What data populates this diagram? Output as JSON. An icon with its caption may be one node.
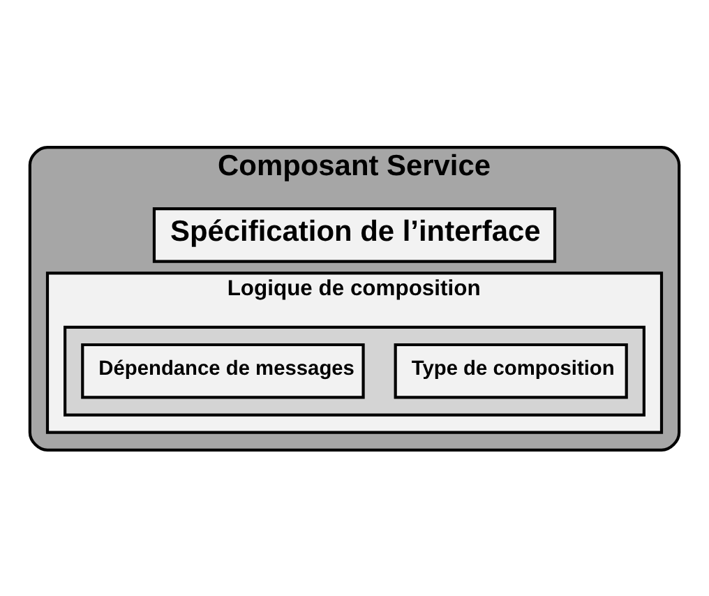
{
  "diagram": {
    "nodes": [
      {
        "text": [
          "Composant Service"
        ]
      },
      {
        "text": [
          "Spécification de l’interface"
        ],
        "in": 0
      },
      {
        "text": [
          "Logique de composition"
        ],
        "in": 0
      },
      {
        "text": [],
        "shape": "box",
        "in": 2
      },
      {
        "text": [
          "Type de composition"
        ],
        "in": 3
      },
      {
        "text": [
          "Dépendance de messages"
        ],
        "in": 3
      }
    ]
  }
}
